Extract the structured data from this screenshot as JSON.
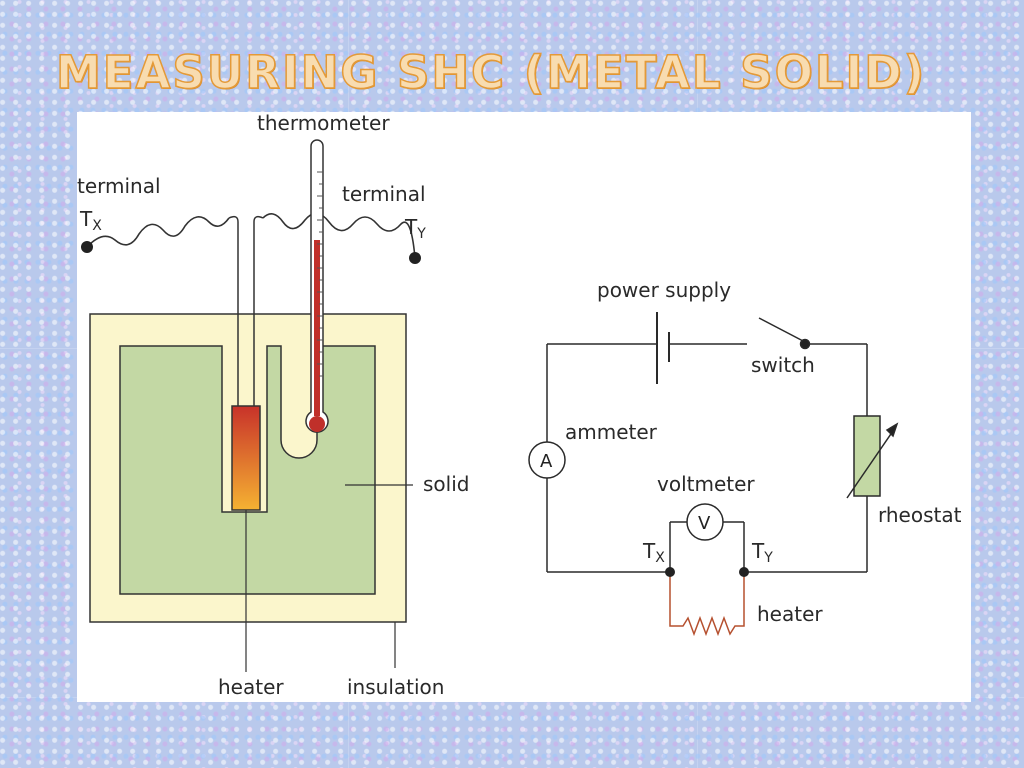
{
  "title": "MEASURING SHC (METAL SOLID)",
  "labels": {
    "thermometer": "thermometer",
    "terminal_left": "terminal",
    "terminal_right": "terminal",
    "tx_main": "T",
    "tx_sub": "X",
    "ty_main": "T",
    "ty_sub": "Y",
    "solid": "solid",
    "heater_left": "heater",
    "insulation": "insulation",
    "power_supply": "power supply",
    "switch": "switch",
    "ammeter": "ammeter",
    "ammeter_symbol": "A",
    "voltmeter": "voltmeter",
    "voltmeter_symbol": "V",
    "rheostat": "rheostat",
    "heater_right": "heater",
    "circuit_tx_main": "T",
    "circuit_tx_sub": "X",
    "circuit_ty_main": "T",
    "circuit_ty_sub": "Y"
  },
  "colors": {
    "insulation": "#fbf6cc",
    "solid": "#c3d8a4",
    "heater_top": "#c8322a",
    "heater_bottom": "#f5b232",
    "mercury": "#c0302a",
    "wire": "#2a2a2a",
    "heater_wire": "#b5502f"
  }
}
